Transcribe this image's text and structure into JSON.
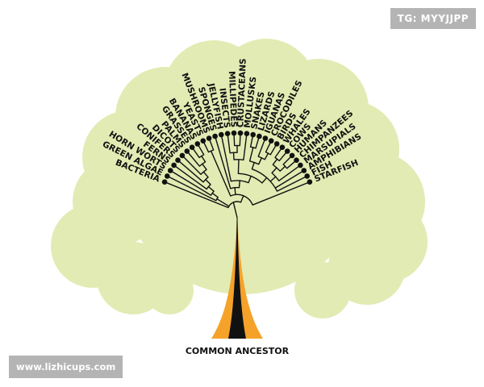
{
  "watermarks": {
    "top_right": "TG: MYYJJPP",
    "bottom_left": "www.lizhicups.com"
  },
  "root_label": "COMMON ANCESTOR",
  "colors": {
    "canopy": "#e2ebb3",
    "trunk_outer": "#f5a22a",
    "trunk_inner": "#111111",
    "branch": "#111111"
  },
  "tree": {
    "name": "root",
    "children": [
      {
        "name": "BACTERIA"
      },
      {
        "name": "n1",
        "children": [
          {
            "name": "GREEN ALGAE"
          },
          {
            "name": "n2",
            "children": [
              {
                "name": "HORN WORTS"
              },
              {
                "name": "n3",
                "children": [
                  {
                    "name": "FERNS"
                  },
                  {
                    "name": "n4",
                    "children": [
                      {
                        "name": "CONIFERS"
                      },
                      {
                        "name": "n5",
                        "children": [
                          {
                            "name": "DICOTS"
                          },
                          {
                            "name": "n6",
                            "children": [
                              {
                                "name": "PALMS"
                              },
                              {
                                "name": "n7",
                                "children": [
                                  {
                                    "name": "GRASSES"
                                  },
                                  {
                                    "name": "BANANAS"
                                  }
                                ]
                              }
                            ]
                          }
                        ]
                      }
                    ]
                  }
                ]
              }
            ]
          }
        ]
      },
      {
        "name": "n8",
        "children": [
          {
            "name": "n9",
            "children": [
              {
                "name": "YEASTS"
              },
              {
                "name": "MUSHROOMS"
              }
            ]
          },
          {
            "name": "n10",
            "children": [
              {
                "name": "SPONGES"
              },
              {
                "name": "n11",
                "children": [
                  {
                    "name": "JELLYFISH"
                  },
                  {
                    "name": "n12",
                    "children": [
                      {
                        "name": "n13",
                        "children": [
                          {
                            "name": "n14",
                            "children": [
                              {
                                "name": "INSECTS"
                              },
                              {
                                "name": "n15",
                                "children": [
                                  {
                                    "name": "MILLIPEDES"
                                  },
                                  {
                                    "name": "CRUSTACEANS"
                                  }
                                ]
                              }
                            ]
                          },
                          {
                            "name": "MOLLUSKS"
                          }
                        ]
                      },
                      {
                        "name": "n16",
                        "children": [
                          {
                            "name": "n17",
                            "children": [
                              {
                                "name": "n18",
                                "children": [
                                  {
                                    "name": "SNAKES"
                                  },
                                  {
                                    "name": "LIZARDS"
                                  }
                                ]
                              },
                              {
                                "name": "n19",
                                "children": [
                                  {
                                    "name": "IGUANAS"
                                  },
                                  {
                                    "name": "n20",
                                    "children": [
                                      {
                                        "name": "CROCODILES"
                                      },
                                      {
                                        "name": "BIRDS"
                                      }
                                    ]
                                  }
                                ]
                              }
                            ]
                          },
                          {
                            "name": "n21",
                            "children": [
                              {
                                "name": "n22",
                                "children": [
                                  {
                                    "name": "n23",
                                    "children": [
                                      {
                                        "name": "WHALES"
                                      },
                                      {
                                        "name": "COWS"
                                      }
                                    ]
                                  },
                                  {
                                    "name": "n24",
                                    "children": [
                                      {
                                        "name": "HUMANS"
                                      },
                                      {
                                        "name": "CHIMPANZEES"
                                      }
                                    ]
                                  }
                                ]
                              },
                              {
                                "name": "MARSUPIALS"
                              }
                            ]
                          },
                          {
                            "name": "AMPHIBIANS"
                          },
                          {
                            "name": "FISH"
                          }
                        ]
                      }
                    ]
                  }
                ]
              }
            ]
          },
          {
            "name": "STARFISH"
          }
        ]
      }
    ]
  }
}
